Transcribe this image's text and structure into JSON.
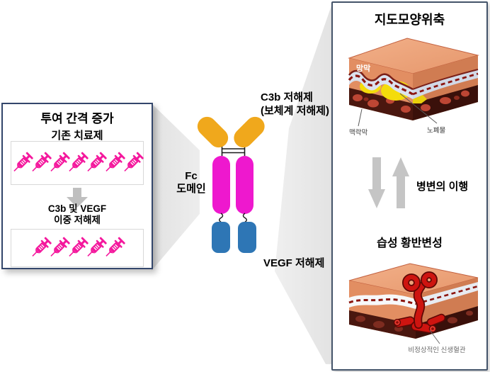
{
  "left_panel": {
    "title": "투여 간격 증가",
    "existing_therapy_label": "기존 치료제",
    "existing_syringe_count": 7,
    "dual_inhibitor_label_line1": "C3b 및 VEGF",
    "dual_inhibitor_label_line2": "이중 저해제",
    "dual_syringe_count": 5
  },
  "antibody": {
    "c3b_label_line1": "C3b 저해제",
    "c3b_label_line2": "(보체계 저해제)",
    "fc_label_line1": "Fc",
    "fc_label_line2": "도메인",
    "vegf_label": "VEGF 저해제"
  },
  "right_panel": {
    "title": "지도모양위축",
    "retina_label": "망막",
    "choroid_label": "맥락막",
    "drusen_label": "노폐물",
    "transition_label": "병변의 이행",
    "wet_amd_title": "습성 황반변성",
    "neovessel_label": "비정상적인 신생혈관"
  },
  "colors": {
    "fab_orange": "#F0A81C",
    "fc_magenta": "#EE18CE",
    "vegf_blue": "#2E76B5",
    "syringe_pink": "#F4189D",
    "arrow_gray": "#C5C5C5",
    "beam_gray": "#E7E7E7"
  }
}
